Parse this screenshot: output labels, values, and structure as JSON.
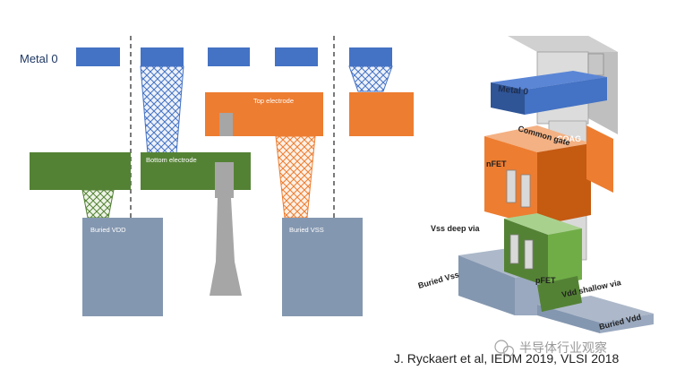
{
  "left_diagram": {
    "metal_label": "Metal 0",
    "top_electrode": "Top electrode",
    "bottom_electrode": "Bottom electrode",
    "buried_vdd": "Buried VDD",
    "buried_vss": "Buried  VSS"
  },
  "right_diagram": {
    "metal_label": "Metal 0",
    "coag": "COAG",
    "common_gate": "Common gate",
    "nfet": "nFET",
    "vss_deep_via": "Vss deep via",
    "pfet": "pFET",
    "vdd_shallow_via": "Vdd shallow via",
    "buried_vss": "Buried Vss",
    "buried_vdd": "Buried Vdd"
  },
  "citation": "J. Ryckaert et al, IEDM 2019, VLSI 2018",
  "watermark": "半导体行业观察",
  "colors": {
    "metal_blue": "#4472c4",
    "electrode_orange": "#ed7d31",
    "electrode_green": "#548235",
    "buried_rail": "#8497b0",
    "via_grey": "#a6a6a6"
  }
}
